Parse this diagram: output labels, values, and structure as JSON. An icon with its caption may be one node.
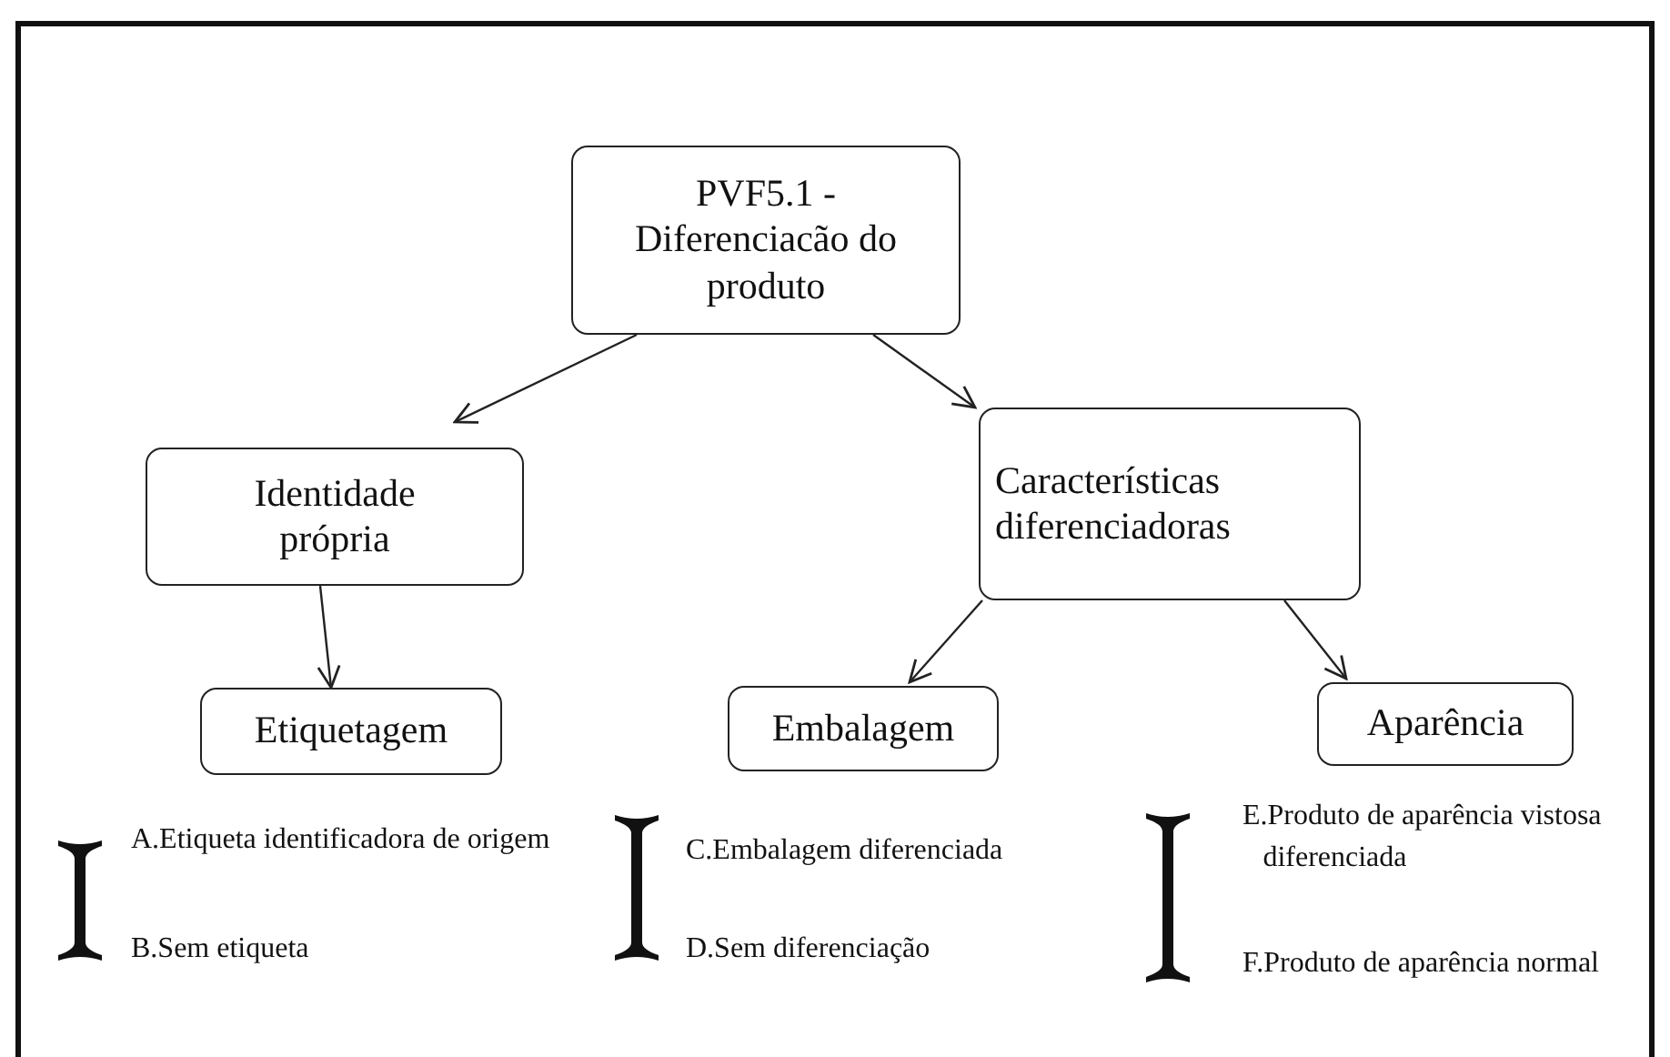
{
  "diagram": {
    "nodes": [
      {
        "text": [
          "PVF5.1 - Diferenciacão do produto"
        ]
      },
      {
        "text": [
          "Identidade própria"
        ]
      },
      {
        "text": [
          "Características diferenciadoras"
        ]
      },
      {
        "text": [
          "Etiquetagem"
        ]
      },
      {
        "text": [
          "Embalagem"
        ]
      },
      {
        "text": [
          "Aparência"
        ]
      }
    ],
    "edges": [
      {
        "from": 0,
        "to": 1,
        "arrow": "to"
      },
      {
        "from": 0,
        "to": 2,
        "arrow": "to"
      },
      {
        "from": 1,
        "to": 3,
        "arrow": "to"
      },
      {
        "from": 2,
        "to": 4,
        "arrow": "to"
      },
      {
        "from": 2,
        "to": 5,
        "arrow": "to"
      }
    ],
    "labels": [
      "A.Etiqueta identificadora de origem",
      "C.Embalagem diferenciada",
      "E.Produto de aparência vistosa diferenciada",
      "B.Sem etiqueta",
      "D.Sem diferenciação",
      "F.Produto de aparência normal"
    ]
  }
}
